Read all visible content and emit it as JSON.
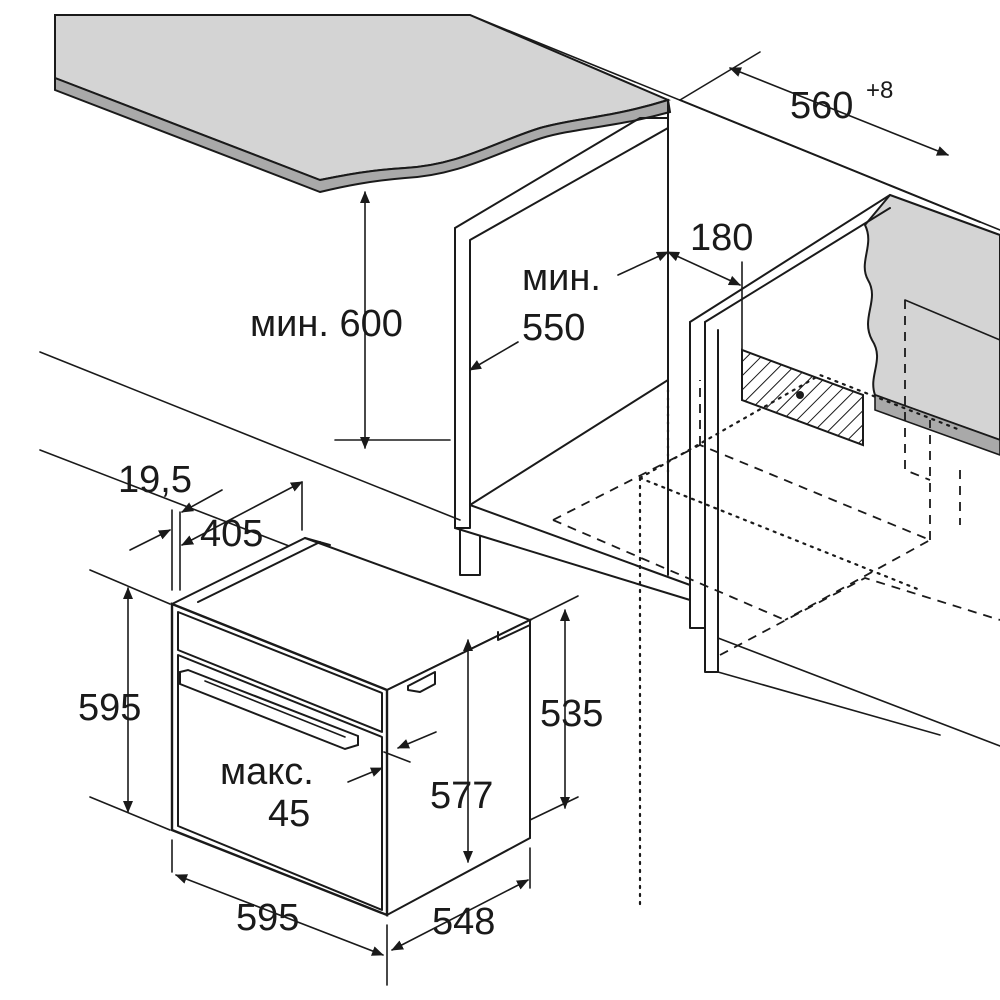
{
  "colors": {
    "line": "#1a1a1a",
    "countertop_top": "#d4d4d4",
    "countertop_edge": "#a9a9a9",
    "background": "#ffffff"
  },
  "labels": {
    "width_opening": "560",
    "width_opening_tolerance": "+8",
    "vent_depth": "180",
    "min_550_prefix": "мин.",
    "min_550_value": "550",
    "min_600": "мин. 600",
    "door_offset": "19,5",
    "side_depth": "405",
    "height_total": "595",
    "height_body": "535",
    "height_inner": "577",
    "max_prefix": "макс.",
    "max_value": "45",
    "width_front": "595",
    "depth_body": "548"
  }
}
